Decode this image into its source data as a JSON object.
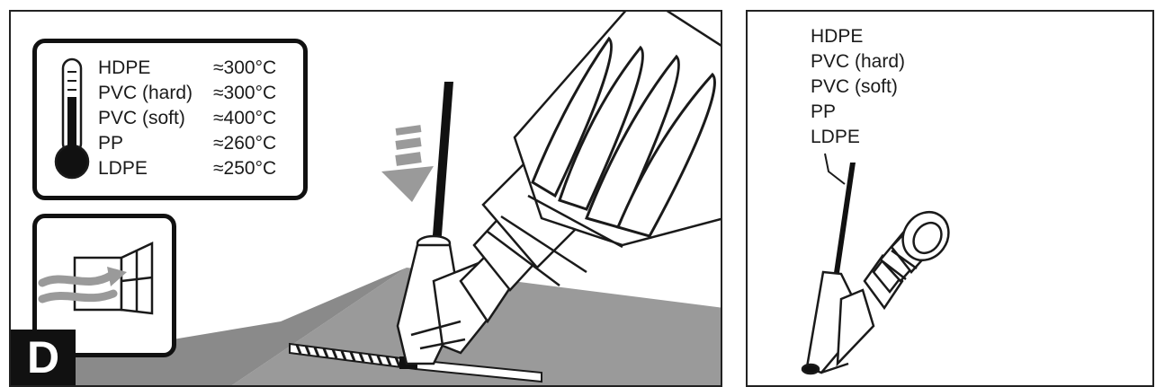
{
  "figure": {
    "step_label": "D",
    "materials": [
      "HDPE",
      "PVC (hard)",
      "PVC (soft)",
      "PP",
      "LDPE"
    ],
    "temperatures": [
      "≈300°C",
      "≈300°C",
      "≈400°C",
      "≈260°C",
      "≈250°C"
    ]
  },
  "icons": {
    "thermometer": "thermometer-icon",
    "ventilation": "window-ventilation-icon",
    "arrow": "down-arrow-icon",
    "heat_gun": "heat-gun-icon",
    "welding_rod": "welding-rod-icon",
    "welding_nozzle": "welding-nozzle-icon"
  },
  "colors": {
    "line": "#1a1a1a",
    "surface": "#9a9a9a",
    "arrow": "#9a9a9a",
    "background": "#ffffff"
  }
}
